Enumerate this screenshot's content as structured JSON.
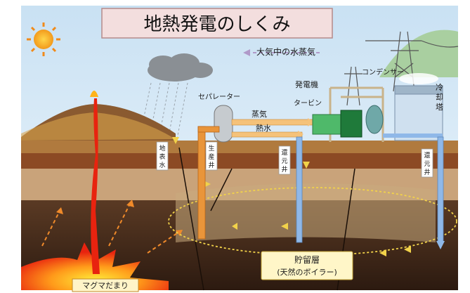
{
  "title": "地熱発電のしくみ",
  "labels": {
    "steam_in_air": "大気中の水蒸気",
    "generator": "発電機",
    "condenser": "コンデンサー",
    "separator": "セパレーター",
    "turbine": "タービン",
    "steam": "蒸気",
    "hot_water": "熱水",
    "cooling_tower": "冷却塔",
    "surface_water": "地表水",
    "production_well": "生産井",
    "reinjection_well_1": "還元井",
    "reinjection_well_2": "還元井",
    "reservoir": "貯留層",
    "reservoir_sub": "(天然のボイラー)",
    "magma": "マグマだまり"
  },
  "colors": {
    "sky": "#dfeefa",
    "title_box": "#f3dede",
    "magma": "#e8230f",
    "steam_pipe": "#f5c27a",
    "well_blue": "#8fb8e8",
    "well_orange": "#e9953a"
  }
}
